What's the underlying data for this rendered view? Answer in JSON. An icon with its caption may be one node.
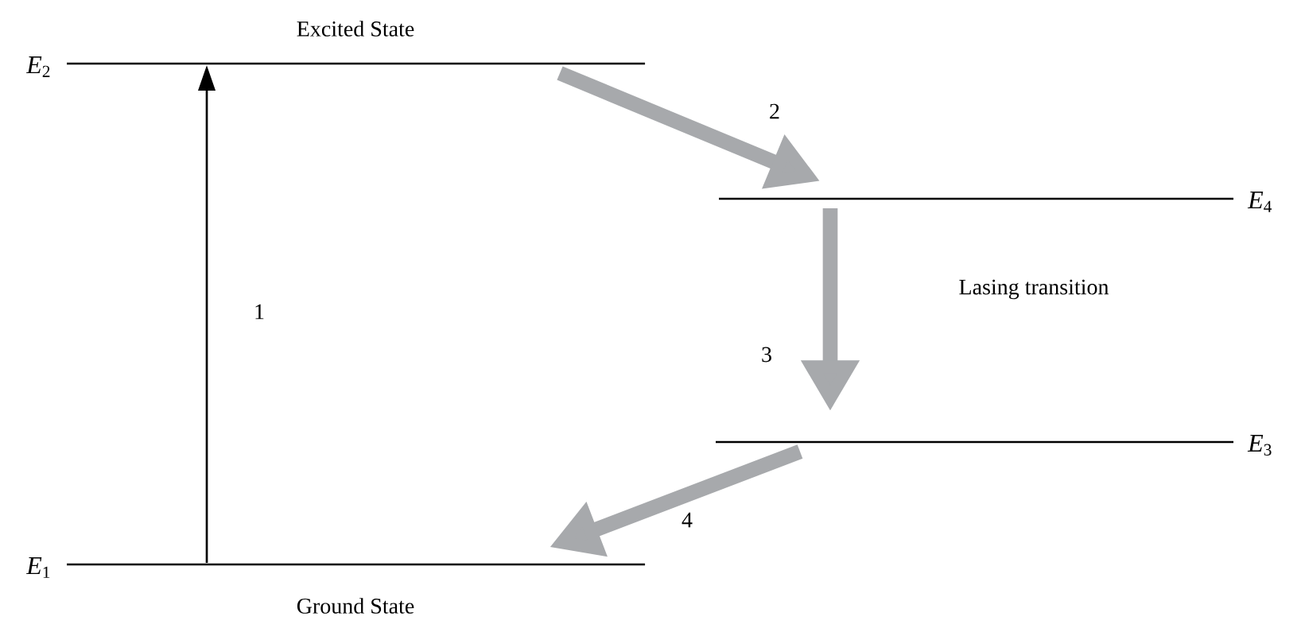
{
  "diagram": {
    "nodes": [
      {
        "text": [
          "Excited State",
          "*E*$_{2}$"
        ]
      },
      {
        "text": [
          "*E*$_{4}$"
        ]
      },
      {
        "text": [
          "*E*$_{3}$"
        ]
      },
      {
        "text": [
          "*E*$_{1}$",
          "Ground State"
        ]
      }
    ],
    "edges": [
      {
        "from": 3,
        "to": 0,
        "arrow": "to",
        "label": "1",
        "color": "#000000"
      },
      {
        "from": 0,
        "to": 1,
        "arrow": "to",
        "label": "2"
      },
      {
        "from": 1,
        "to": 2,
        "arrow": "to",
        "label": "3"
      },
      {
        "from": 2,
        "to": 3,
        "arrow": "to",
        "label": "4"
      }
    ],
    "labels": [
      "Lasing transition"
    ]
  }
}
